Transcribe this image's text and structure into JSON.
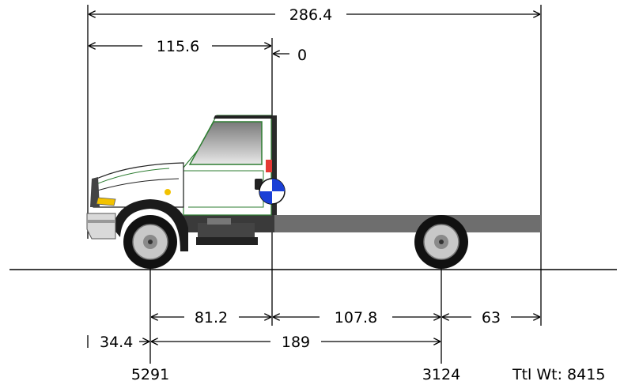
{
  "dimensions": {
    "overall_length": "286.4",
    "bumper_to_back_of_cab": "115.6",
    "cab_reference": "0",
    "front_axle_to_back_of_cab": "81.2",
    "back_of_cab_to_rear_axle": "107.8",
    "rear_overhang": "63",
    "front_overhang": "34.4",
    "wheelbase": "189"
  },
  "weights": {
    "front_axle": "5291",
    "rear_axle": "3124",
    "total": "Ttl Wt: 8415"
  },
  "colors": {
    "frame": "#6e6e6e",
    "cab_body": "#ffffff",
    "cab_trim": "#2e7d32",
    "tire": "#111111",
    "rim": "#c8c8c8",
    "marker_blue": "#1a3fd6",
    "tail_light": "#e53935",
    "headlight": "#f2c200"
  }
}
